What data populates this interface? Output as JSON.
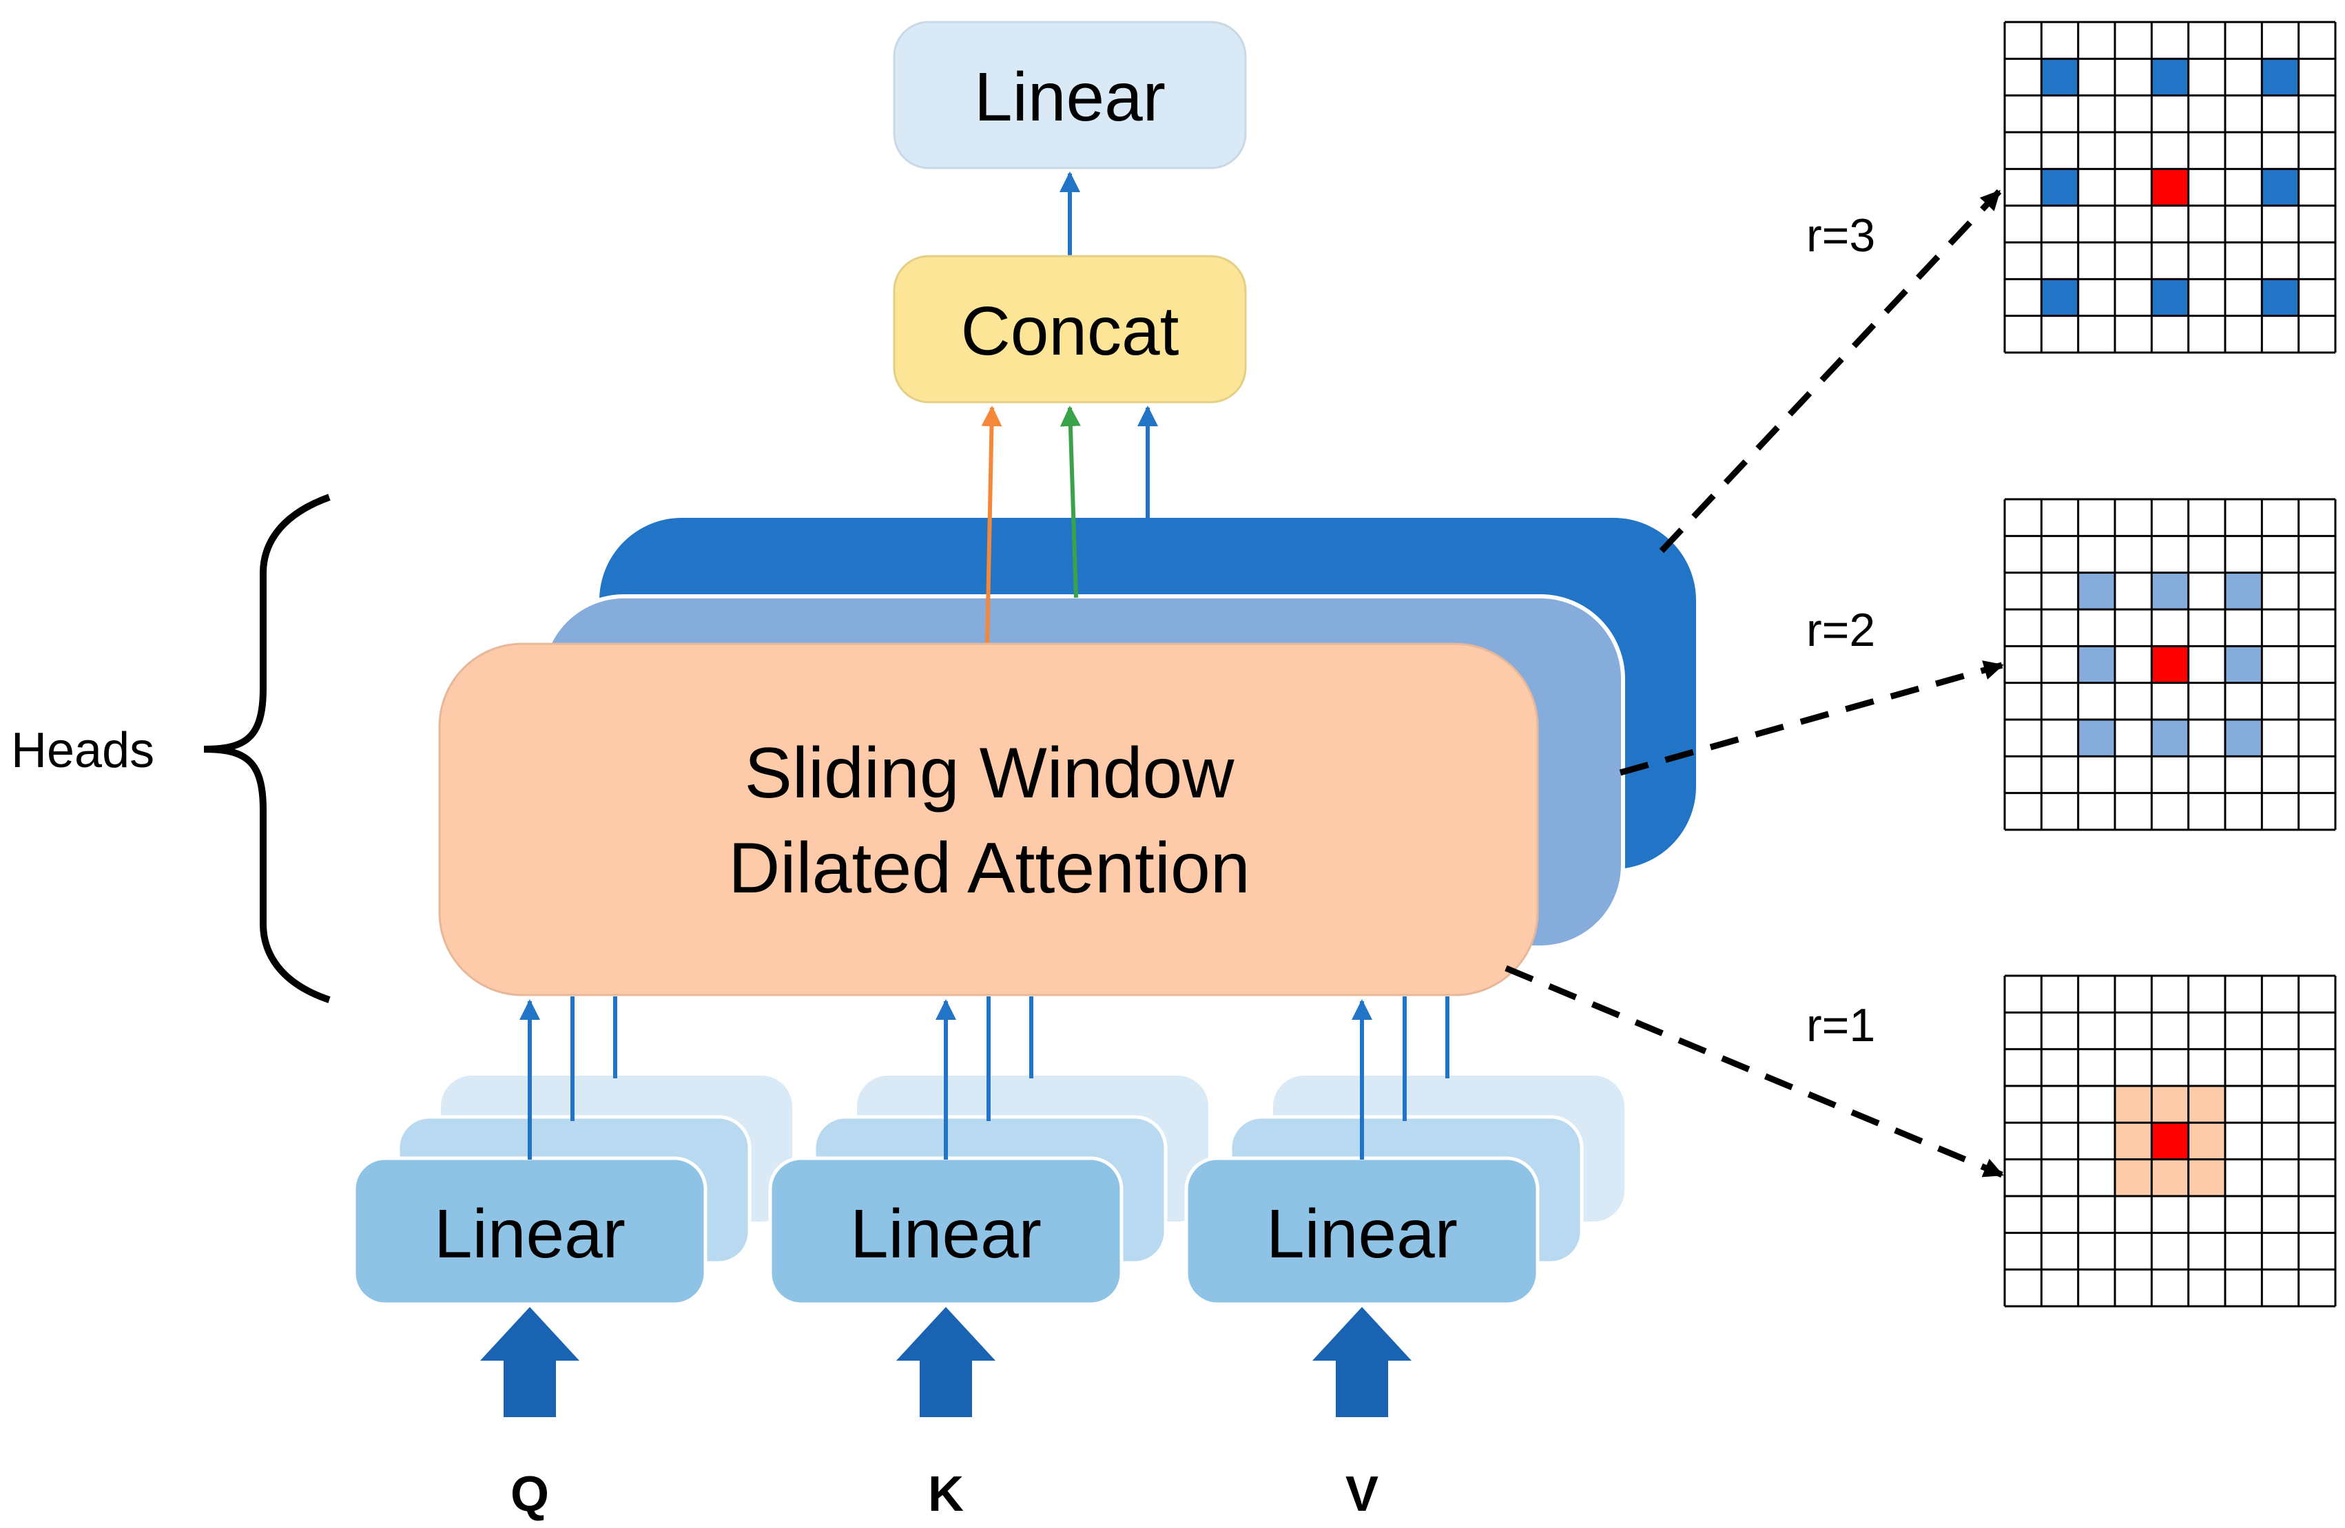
{
  "diagram": {
    "output_linear": "Linear",
    "concat": "Concat",
    "attention_line1": "Sliding Window",
    "attention_line2": "Dilated Attention",
    "heads": "Heads",
    "inputs": [
      {
        "label": "Q",
        "linear": "Linear"
      },
      {
        "label": "K",
        "linear": "Linear"
      },
      {
        "label": "V",
        "linear": "Linear"
      }
    ],
    "grids": [
      {
        "label": "r=3",
        "rate": 3
      },
      {
        "label": "r=2",
        "rate": 2
      },
      {
        "label": "r=1",
        "rate": 1
      }
    ]
  },
  "colors": {
    "linear_top": "#d9e9f6",
    "concat": "#fce596",
    "head_back": "#2174c6",
    "head_mid": "#86acdc",
    "head_front": "#fdcbaa",
    "linear_input": "#8fc3e6",
    "arrow_blue": "#2174c6",
    "arrow_orange": "#f5873a",
    "arrow_green": "#3aa34a",
    "dilated_blue": "#2174c6",
    "dilated_light_blue": "#86acdc",
    "dilated_peach": "#fdcbaa",
    "center_red": "#ff0000"
  }
}
